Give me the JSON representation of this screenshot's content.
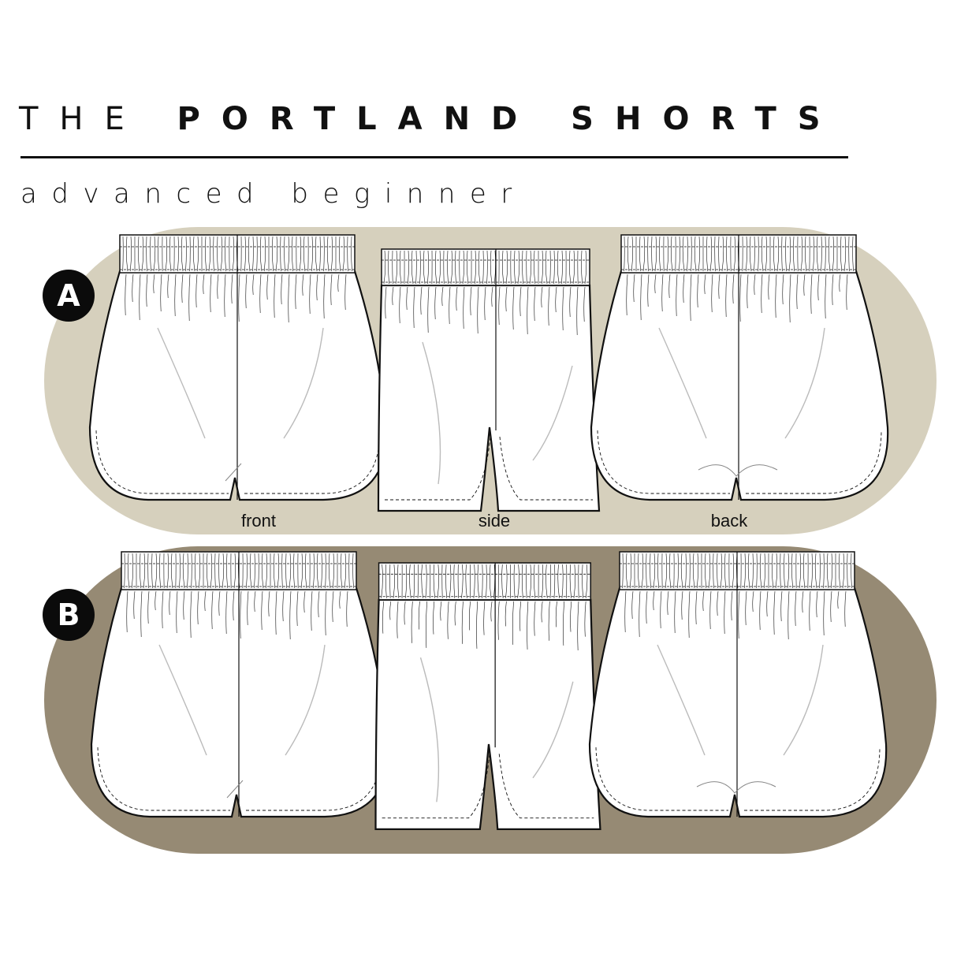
{
  "header": {
    "title_light": "THE",
    "title_bold": "PORTLAND SHORTS",
    "subtitle": "advanced beginner"
  },
  "colors": {
    "view_a_band": "#d6d0bd",
    "view_b_band": "#968a74",
    "outline": "#111111",
    "garment_fill": "#ffffff",
    "badge": "#0b0b0b"
  },
  "views": [
    {
      "badge": "A",
      "labels": [
        "front",
        "side",
        "back"
      ]
    },
    {
      "badge": "B",
      "labels": []
    }
  ],
  "icons": [
    "front-shorts-drawing",
    "side-shorts-drawing",
    "back-shorts-drawing"
  ]
}
